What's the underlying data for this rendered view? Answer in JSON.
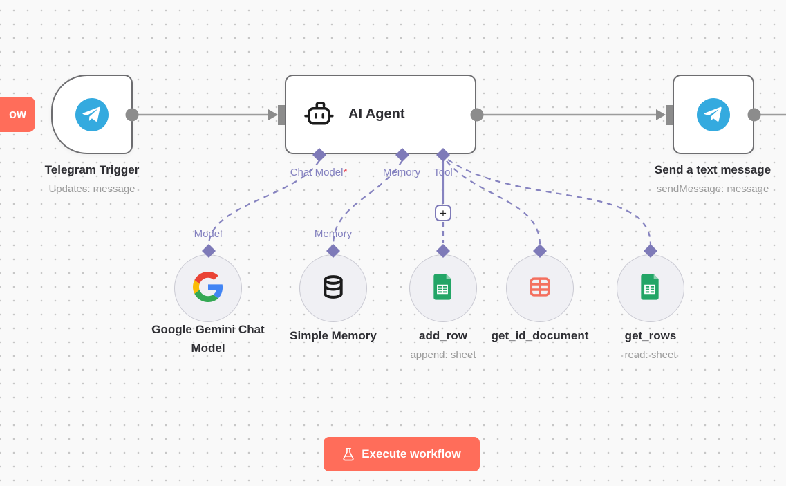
{
  "canvas": {
    "partial_button_label": "ow"
  },
  "trigger_node": {
    "title": "Telegram Trigger",
    "subtitle": "Updates: message"
  },
  "agent_node": {
    "title": "AI Agent",
    "ports": [
      {
        "label": "Chat Model",
        "required_marker": "*"
      },
      {
        "label": "Memory"
      },
      {
        "label": "Tool"
      }
    ]
  },
  "send_node": {
    "title": "Send a text message",
    "subtitle": "sendMessage: message"
  },
  "sub_nodes": [
    {
      "title": "Google Gemini Chat Model",
      "port_label": "Model"
    },
    {
      "title": "Simple Memory",
      "port_label": "Memory"
    },
    {
      "title": "add_row",
      "subtitle": "append: sheet"
    },
    {
      "title": "get_id_document"
    },
    {
      "title": "get_rows",
      "subtitle": "read: sheet"
    }
  ],
  "tool_plus_label": "+",
  "execute_button": {
    "label": "Execute workflow"
  },
  "colors": {
    "accent": "#ff6d5a",
    "connector_purple": "#8683c0",
    "diamond_purple": "#7e7ab8",
    "line_gray": "#9c9c9c",
    "port_gray": "#8c8c8c",
    "node_border": "#6d6d70",
    "telegram_blue": "#34aadf",
    "sheets_green": "#23a566",
    "grid_coral": "#f4705f"
  }
}
